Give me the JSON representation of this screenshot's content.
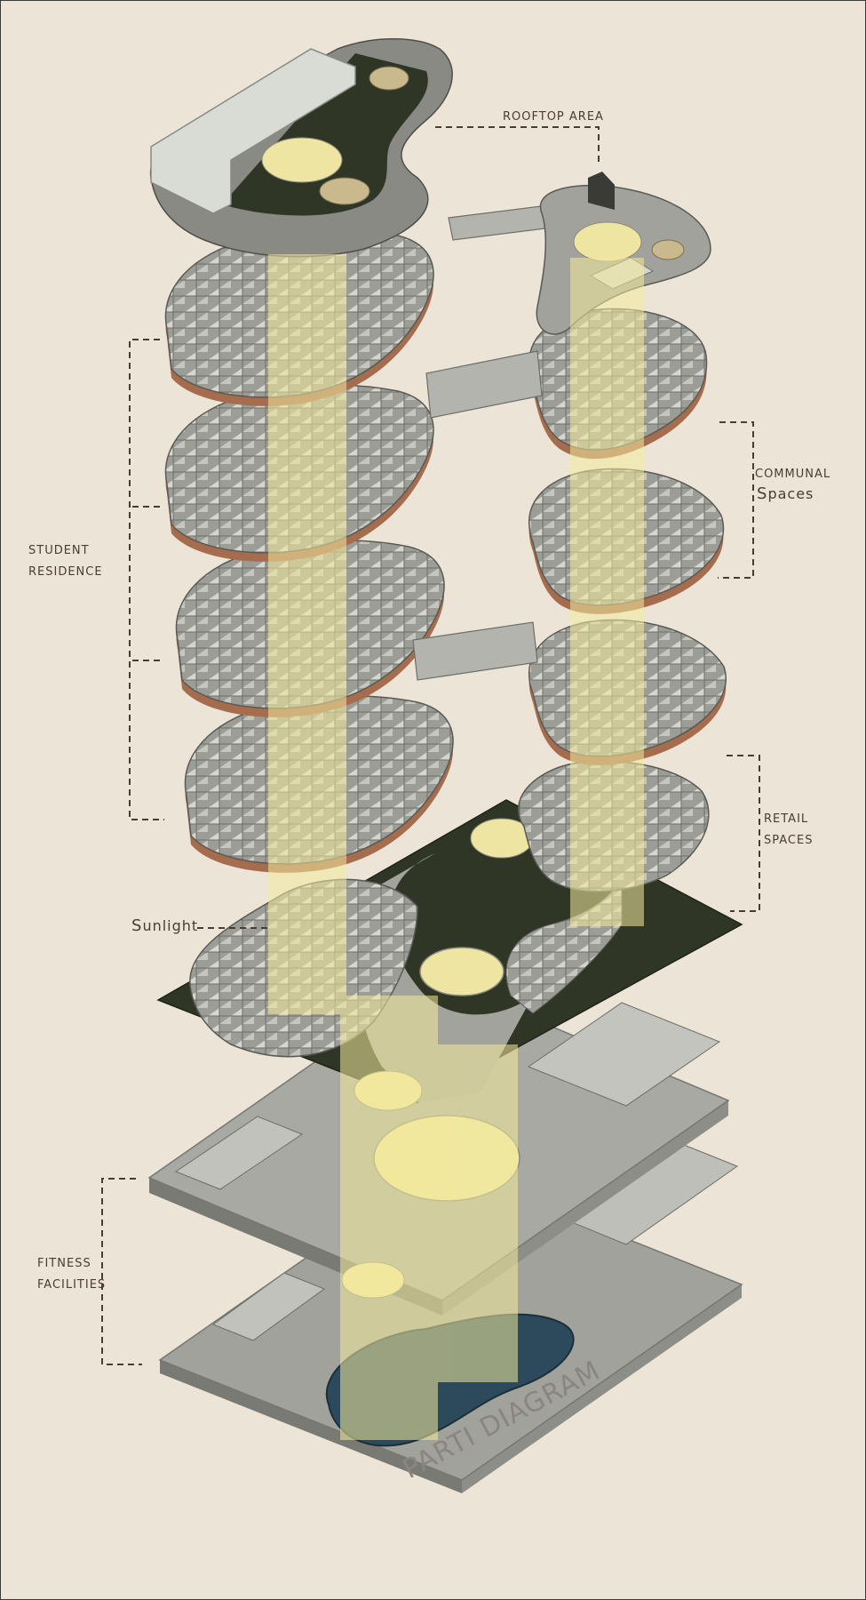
{
  "labels": {
    "rooftop": "ROOFTOP AREA",
    "communal_1": "COMMUNAL",
    "communal_2": "Spaces",
    "student_1": "STUDENT",
    "student_2": "RESIDENCE",
    "retail_1": "RETAIL",
    "retail_2": "SPACES",
    "sunlight": "Sunlight",
    "fitness_1": "FITNESS",
    "fitness_2": "FACILITIES"
  },
  "title": "PARTI DIAGRAM",
  "colors": {
    "background": "#ede4d8",
    "slab": "#a7a7a1",
    "slab_edge": "#7c7c76",
    "copper_edge": "#a56c4e",
    "sunlight": "#f4eb9c",
    "green_roof": "#2f3626",
    "pool": "#2c4a5c",
    "leader": "#4a3c32"
  }
}
